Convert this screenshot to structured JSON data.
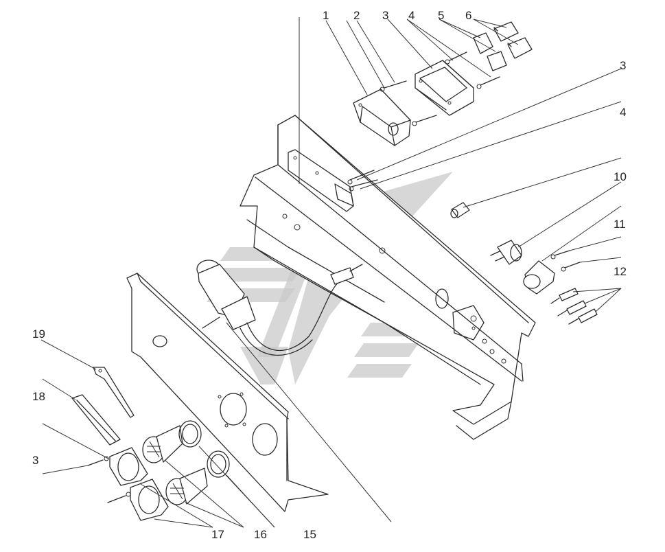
{
  "labels": {
    "l1": "1",
    "l2": "2",
    "l3a": "3",
    "l4a": "4",
    "l5": "5",
    "l6": "6",
    "l3b": "3",
    "l4b": "4",
    "l10": "10",
    "l11": "11",
    "l12": "12",
    "l19": "19",
    "l18": "18",
    "l3c": "3",
    "l17": "17",
    "l16": "16",
    "l15": "15"
  },
  "colors": {
    "line": "#2b2b2b",
    "watermark": "#c9c9c9",
    "background": "#ffffff"
  }
}
